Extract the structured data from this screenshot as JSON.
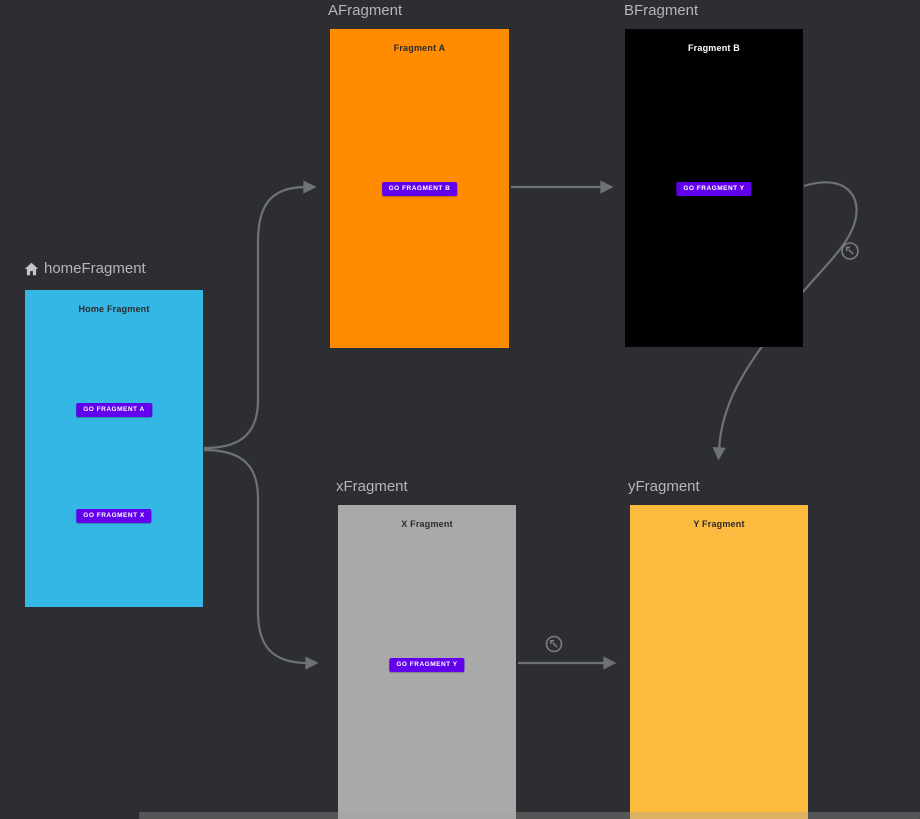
{
  "editor": {
    "background": "#2c2e31",
    "label_color": "#b4b6b8",
    "arrow_color": "#6f7274",
    "button_color": "#6200ee"
  },
  "fragments": [
    {
      "name": "homeFragment",
      "label": "homeFragment",
      "is_start_destination": true,
      "preview": {
        "title": "Home Fragment",
        "bg": "#35b7e5",
        "title_color": "#2b2b2b",
        "buttons": [
          "GO FRAGMENT A",
          "GO FRAGMENT X"
        ]
      }
    },
    {
      "name": "AFragment",
      "label": "AFragment",
      "is_start_destination": false,
      "preview": {
        "title": "Fragment A",
        "bg": "#ff8c00",
        "title_color": "#2b2b2b",
        "buttons": [
          "GO FRAGMENT B"
        ]
      }
    },
    {
      "name": "BFragment",
      "label": "BFragment",
      "is_start_destination": false,
      "preview": {
        "title": "Fragment B",
        "bg": "#000000",
        "title_color": "#ffffff",
        "buttons": [
          "GO FRAGMENT Y"
        ]
      }
    },
    {
      "name": "xFragment",
      "label": "xFragment",
      "is_start_destination": false,
      "preview": {
        "title": "X Fragment",
        "bg": "#a9a9a9",
        "title_color": "#2b2b2b",
        "buttons": [
          "GO FRAGMENT Y"
        ]
      }
    },
    {
      "name": "yFragment",
      "label": "yFragment",
      "is_start_destination": false,
      "preview": {
        "title": "Y Fragment",
        "bg": "#fcbb3e",
        "title_color": "#2b2b2b",
        "buttons": []
      }
    }
  ],
  "actions": [
    {
      "from": "homeFragment",
      "to": "AFragment",
      "pop_icon": false
    },
    {
      "from": "homeFragment",
      "to": "xFragment",
      "pop_icon": false
    },
    {
      "from": "AFragment",
      "to": "BFragment",
      "pop_icon": false
    },
    {
      "from": "BFragment",
      "to": "yFragment",
      "pop_icon": true
    },
    {
      "from": "xFragment",
      "to": "yFragment",
      "pop_icon": true
    }
  ]
}
